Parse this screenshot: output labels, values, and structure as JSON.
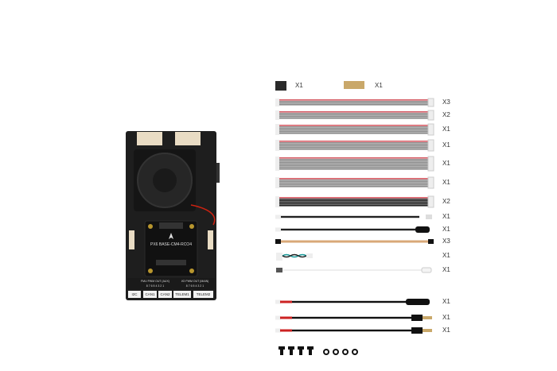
{
  "board": {
    "model_label": "PX6 BASE-CM4-RCO4",
    "pwm_aux_label": "FMU PWM OUT (AUX)",
    "pwm_main_label": "I/O PWM OUT (MAIN)",
    "pin_numbers": "8 7 6 5 4 3 2 1",
    "ports": [
      "I2C",
      "CAN1",
      "CAN2",
      "TELEM1",
      "TELEM2"
    ],
    "colors": {
      "body": "#1e1e1e",
      "connector": "#e9dcc4"
    }
  },
  "accessories": {
    "top_parts": [
      {
        "name": "connector-module",
        "qty": "X1"
      },
      {
        "name": "terminal-block",
        "qty": "X1"
      }
    ],
    "cables": [
      {
        "kind": "ribbon-4",
        "qty": "X3"
      },
      {
        "kind": "ribbon-5",
        "qty": "X2"
      },
      {
        "kind": "ribbon-6",
        "qty": "X1"
      },
      {
        "kind": "ribbon-6",
        "qty": "X1"
      },
      {
        "kind": "ribbon-8",
        "qty": "X1"
      },
      {
        "kind": "ribbon-6-grey",
        "qty": "X1"
      },
      {
        "kind": "ribbon-6-black",
        "qty": "X2"
      },
      {
        "kind": "black-thin",
        "qty": "X1"
      },
      {
        "kind": "ethernet",
        "qty": "X1"
      },
      {
        "kind": "servo",
        "qty": "X3"
      },
      {
        "kind": "twisted-short",
        "qty": "X1"
      },
      {
        "kind": "usb-c",
        "qty": "X1"
      },
      {
        "kind": "power-usb-c",
        "qty": "X1"
      },
      {
        "kind": "power-dc",
        "qty": "X1"
      },
      {
        "kind": "power-dc",
        "qty": "X1"
      }
    ],
    "hardware": {
      "screws": 4,
      "washers": 4
    }
  }
}
